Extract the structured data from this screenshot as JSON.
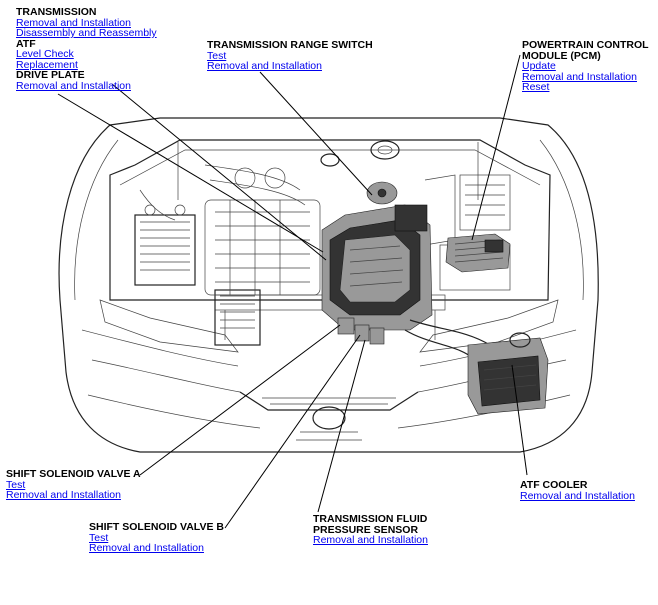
{
  "labels": {
    "transmission": {
      "title": "TRANSMISSION",
      "links": [
        "Removal and Installation",
        "Disassembly and Reassembly"
      ]
    },
    "atf": {
      "title": "ATF",
      "links": [
        "Level Check",
        "Replacement"
      ]
    },
    "drive_plate": {
      "title": "DRIVE PLATE",
      "links": [
        "Removal and Installation"
      ]
    },
    "range_switch": {
      "title": "TRANSMISSION RANGE SWITCH",
      "links": [
        "Test",
        "Removal and Installation"
      ]
    },
    "pcm": {
      "title_line1": "POWERTRAIN CONTROL",
      "title_line2": "MODULE (PCM)",
      "links": [
        "Update",
        "Removal and Installation",
        "Reset"
      ]
    },
    "solenoid_a": {
      "title": "SHIFT SOLENOID VALVE A",
      "links": [
        "Test",
        "Removal and Installation"
      ]
    },
    "solenoid_b": {
      "title": "SHIFT SOLENOID VALVE B",
      "links": [
        "Test",
        "Removal and Installation"
      ]
    },
    "fluid_sensor": {
      "title_line1": "TRANSMISSION FLUID",
      "title_line2": "PRESSURE SENSOR",
      "links": [
        "Removal and Installation"
      ]
    },
    "atf_cooler": {
      "title": "ATF COOLER",
      "links": [
        "Removal and Installation"
      ]
    }
  },
  "colors": {
    "link": "#0000ee",
    "title": "#000000",
    "drawing": "#222222"
  }
}
